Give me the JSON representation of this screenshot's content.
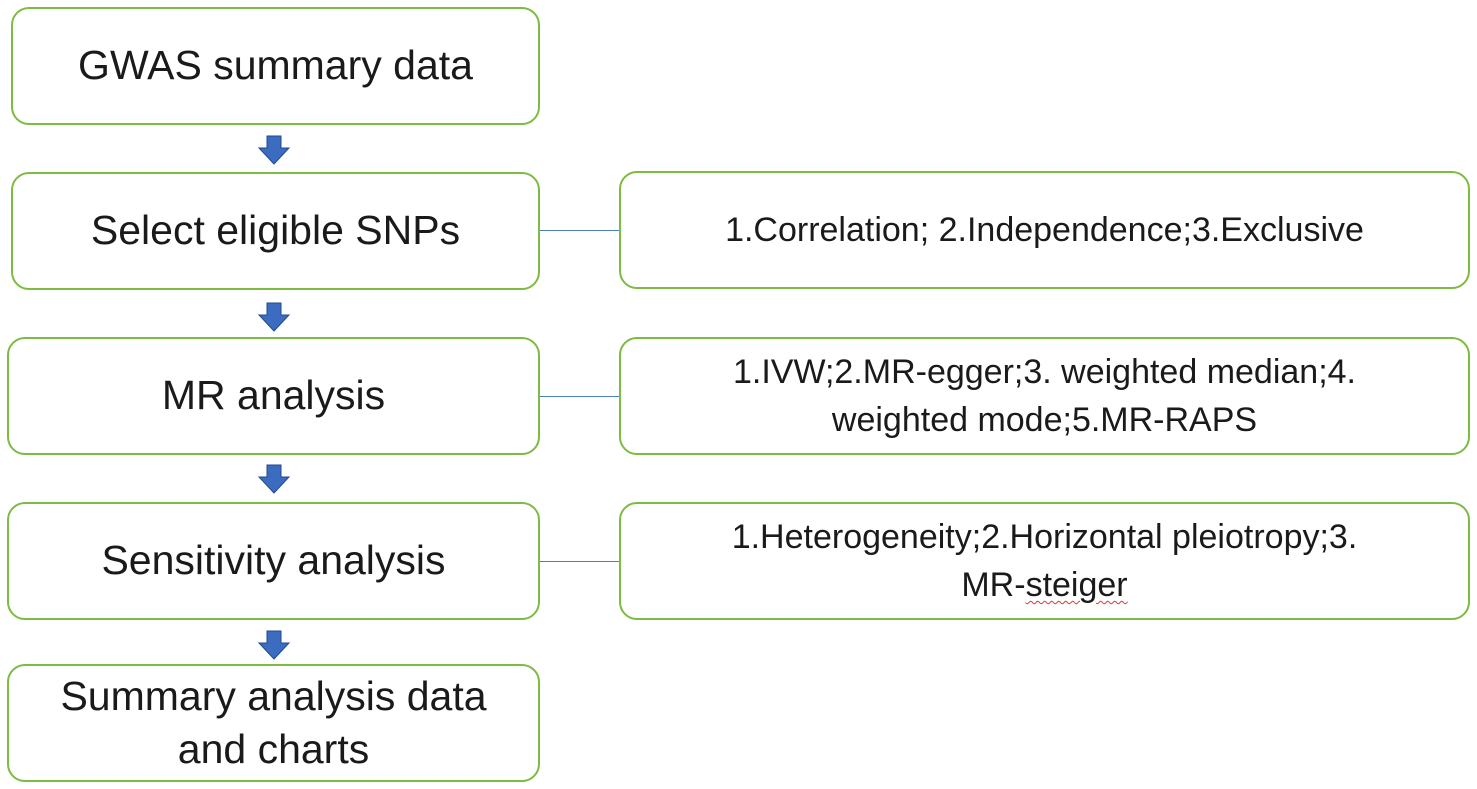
{
  "steps": [
    {
      "label": "GWAS summary data"
    },
    {
      "label": "Select eligible SNPs"
    },
    {
      "label": "MR analysis"
    },
    {
      "label": "Sensitivity analysis"
    },
    {
      "label": "Summary analysis data\nand charts"
    }
  ],
  "details": [
    {
      "text": "1.Correlation; 2.Independence;3.Exclusive"
    },
    {
      "text": "1.IVW;2.MR-egger;3. weighted median;4.\nweighted mode;5.MR-RAPS"
    },
    {
      "line1": "1.Heterogeneity;2.Horizontal pleiotropy;3.",
      "line2_prefix": "MR-",
      "line2_flagged": "steiger"
    }
  ],
  "colors": {
    "box_border": "#7dbb42",
    "connector": "#4a7fc1",
    "arrow_fill": "#3b6cc0",
    "arrow_stroke": "#1f4a90",
    "spellcheck_underline": "#d83a3a"
  }
}
